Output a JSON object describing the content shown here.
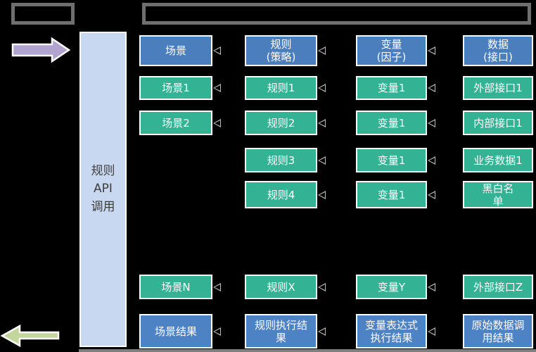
{
  "diagram": {
    "api_bar_label": "规则\nAPI\n调用",
    "columns": [
      {
        "header": "场景",
        "items": {
          "r1": "场景1",
          "r2": "场景2",
          "r5": "场景N",
          "r6": "场景结果"
        }
      },
      {
        "header": "规则\n(策略)",
        "items": {
          "r1": "规则1",
          "r2": "规则2",
          "r3": "规则3",
          "r4": "规则4",
          "r5": "规则X",
          "r6": "规则执行结\n果"
        }
      },
      {
        "header": "变量\n(因子)",
        "items": {
          "r1": "变量1",
          "r2": "变量1",
          "r3": "变量1",
          "r4": "变量1",
          "r5": "变量Y",
          "r6": "变量表达式\n执行结果"
        }
      },
      {
        "header": "数据\n(接口)",
        "items": {
          "r1": "外部接口1",
          "r2": "内部接口1",
          "r3": "业务数据1",
          "r4": "黑白名\n单",
          "r5": "外部接口Z",
          "r6": "原始数据调\n用结果"
        }
      }
    ],
    "colors": {
      "background": "#000000",
      "header_blue": "#4a7ebd",
      "result_blue": "#4d82c4",
      "item_green": "#33b294",
      "api_bar_fill": "#c9d8f1",
      "purple_arrow": "#b1a4cf",
      "green_arrow": "#c3d69b",
      "frame_gray": "#6f6f6f"
    }
  }
}
